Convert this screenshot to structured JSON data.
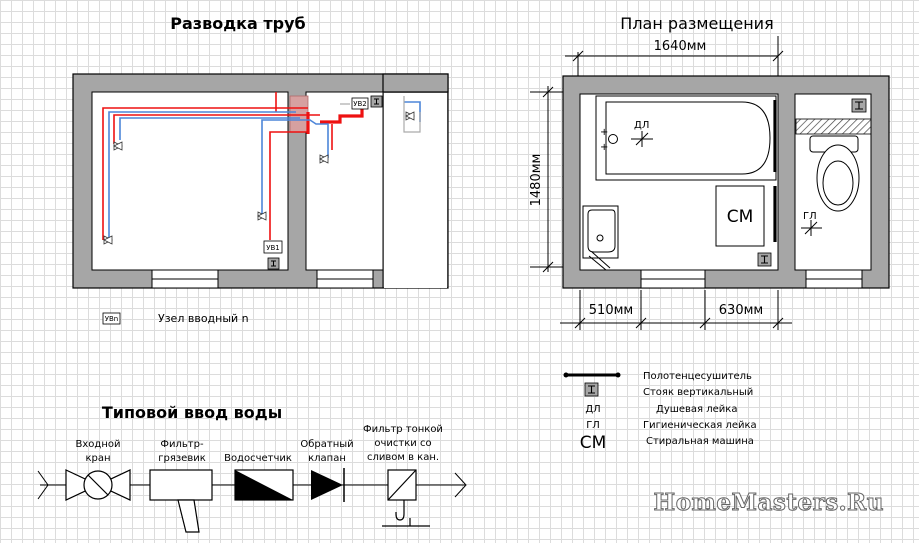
{
  "titles": {
    "piping": "Разводка труб",
    "layout": "План размещения",
    "water_inlet": "Типовой ввод воды"
  },
  "dimensions": {
    "width_total": "1640мм",
    "height_total": "1480мм",
    "left_offset": "510мм",
    "right_offset": "630мм"
  },
  "piping_labels": {
    "node_1": "УВ1",
    "node_2": "УВ2",
    "legend_symbol": "УВn",
    "legend_text": "Узел вводный n"
  },
  "plan_labels": {
    "shower": "ДЛ",
    "washer": "СМ",
    "hygienic": "ГЛ"
  },
  "legend": [
    {
      "symbol": "",
      "text": "Полотенцесушитель"
    },
    {
      "symbol": "",
      "text": "Стояк вертикальный"
    },
    {
      "symbol": "ДЛ",
      "text": "Душевая лейка"
    },
    {
      "symbol": "ГЛ",
      "text": "Гигиеническая лейка"
    },
    {
      "symbol": "СМ",
      "text": "Стиральная машина"
    }
  ],
  "inlet_components": [
    {
      "line1": "Входной",
      "line2": "кран",
      "line3": ""
    },
    {
      "line1": "Фильтр-",
      "line2": "грязевик",
      "line3": ""
    },
    {
      "line1": "Водосчетчик",
      "line2": "",
      "line3": ""
    },
    {
      "line1": "Обратный",
      "line2": "клапан",
      "line3": ""
    },
    {
      "line1": "Фильтр тонкой",
      "line2": "очистки со",
      "line3": "сливом в кан."
    }
  ],
  "watermark": "HomeMasters.Ru",
  "colors": {
    "wall": "#a6a6a6",
    "hot_pipe": "#e11111",
    "cold_pipe": "#4d86d9"
  }
}
